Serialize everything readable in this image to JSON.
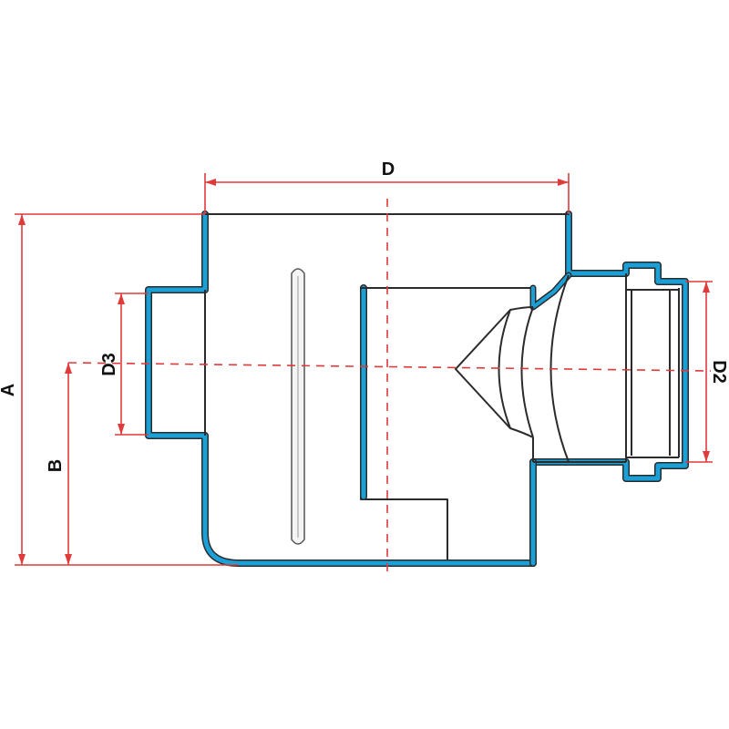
{
  "labels": {
    "d": "D",
    "a": "A",
    "b": "B",
    "d3": "D3",
    "d2": "D2"
  },
  "colors": {
    "wall": "#1a9fd6",
    "outline": "#2b2b2b",
    "dimension": "#e03a3a",
    "label": "#111111"
  }
}
